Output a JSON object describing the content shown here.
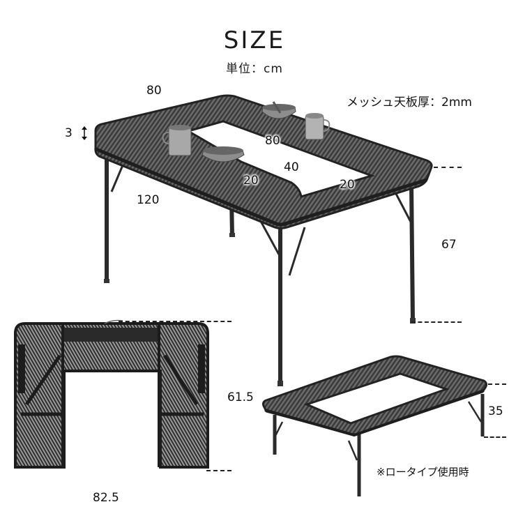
{
  "header": {
    "title": "SIZE",
    "unit_label": "単位：cm"
  },
  "notes": {
    "mesh_thickness": "メッシュ天板厚：2mm",
    "low_type_note": "※ロータイプ使用時"
  },
  "main_table": {
    "width_label": "80",
    "depth_label": "120",
    "top_thickness_label": "3",
    "inner_frame_label": "80",
    "opening_label": "40",
    "side_left_label": "20",
    "side_right_label": "20",
    "height_label": "67",
    "colors": {
      "frame": "#2b2b2b",
      "mesh": "#555555",
      "cup": "#a9a9a9"
    }
  },
  "folded_table": {
    "height_label": "61.5",
    "width_label": "82.5"
  },
  "low_table": {
    "height_label": "35"
  }
}
